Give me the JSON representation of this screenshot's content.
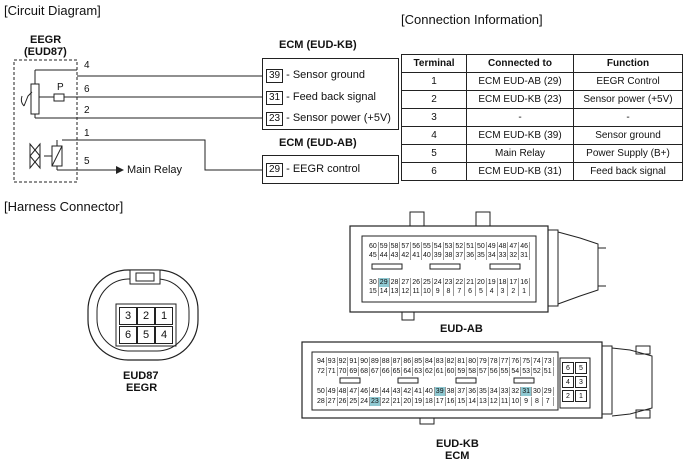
{
  "sections": {
    "circuit": "[Circuit Diagram]",
    "connection": "[Connection Information]",
    "harness": "[Harness Connector]"
  },
  "eegr_block": {
    "title1": "EEGR",
    "title2": "(EUD87)",
    "pins": [
      "4",
      "6",
      "2",
      "1",
      "5"
    ],
    "p_label": "P",
    "main_relay": "Main Relay"
  },
  "ecm_kb": {
    "title": "ECM (EUD-KB)",
    "rows": [
      {
        "pin": "39",
        "label": "- Sensor ground"
      },
      {
        "pin": "31",
        "label": "- Feed back signal"
      },
      {
        "pin": "23",
        "label": "- Sensor power (+5V)"
      }
    ]
  },
  "ecm_ab": {
    "title": "ECM (EUD-AB)",
    "rows": [
      {
        "pin": "29",
        "label": "- EEGR control"
      }
    ]
  },
  "table": {
    "headers": [
      "Terminal",
      "Connected to",
      "Function"
    ],
    "rows": [
      [
        "1",
        "ECM EUD-AB (29)",
        "EEGR Control"
      ],
      [
        "2",
        "ECM EUD-KB (23)",
        "Sensor power (+5V)"
      ],
      [
        "3",
        "-",
        "-"
      ],
      [
        "4",
        "ECM EUD-KB (39)",
        "Sensor ground"
      ],
      [
        "5",
        "Main Relay",
        "Power Supply (B+)"
      ],
      [
        "6",
        "ECM EUD-KB (31)",
        "Feed back signal"
      ]
    ]
  },
  "eud87": {
    "pins_top": [
      "3",
      "2",
      "1"
    ],
    "pins_bottom": [
      "6",
      "5",
      "4"
    ],
    "label1": "EUD87",
    "label2": "EEGR"
  },
  "eud_ab": {
    "rows": [
      [
        "60",
        "59",
        "58",
        "57",
        "56",
        "55",
        "54",
        "53",
        "52",
        "51",
        "50",
        "49",
        "48",
        "47",
        "46"
      ],
      [
        "45",
        "44",
        "43",
        "42",
        "41",
        "40",
        "39",
        "38",
        "37",
        "36",
        "35",
        "34",
        "33",
        "32",
        "31"
      ],
      [
        "30",
        "29",
        "28",
        "27",
        "26",
        "25",
        "24",
        "23",
        "22",
        "21",
        "20",
        "19",
        "18",
        "17",
        "16"
      ],
      [
        "15",
        "14",
        "13",
        "12",
        "11",
        "10",
        "9",
        "8",
        "7",
        "6",
        "5",
        "4",
        "3",
        "2",
        "1"
      ]
    ],
    "highlight": [
      "29"
    ],
    "label": "EUD-AB"
  },
  "eud_kb": {
    "rows": [
      [
        "94",
        "93",
        "92",
        "91",
        "90",
        "89",
        "88",
        "87",
        "86",
        "85",
        "84",
        "83",
        "82",
        "81",
        "80",
        "79",
        "78",
        "77",
        "76",
        "75",
        "74",
        "73"
      ],
      [
        "72",
        "71",
        "70",
        "69",
        "68",
        "67",
        "66",
        "65",
        "64",
        "63",
        "62",
        "61",
        "60",
        "59",
        "58",
        "57",
        "56",
        "55",
        "54",
        "53",
        "52",
        "51"
      ],
      [
        "50",
        "49",
        "48",
        "47",
        "46",
        "45",
        "44",
        "43",
        "42",
        "41",
        "40",
        "39",
        "38",
        "37",
        "36",
        "35",
        "34",
        "33",
        "32",
        "31",
        "30",
        "29"
      ],
      [
        "28",
        "27",
        "26",
        "25",
        "24",
        "23",
        "22",
        "21",
        "20",
        "19",
        "18",
        "17",
        "16",
        "15",
        "14",
        "13",
        "12",
        "11",
        "10",
        "9",
        "8",
        "7"
      ]
    ],
    "side": [
      [
        "6",
        "5"
      ],
      [
        "4",
        "3"
      ],
      [
        "2",
        "1"
      ]
    ],
    "highlight": [
      "39",
      "31",
      "23"
    ],
    "label1": "EUD-KB",
    "label2": "ECM"
  },
  "colors": {
    "highlight": "#8fc9d2",
    "line": "#222222"
  }
}
